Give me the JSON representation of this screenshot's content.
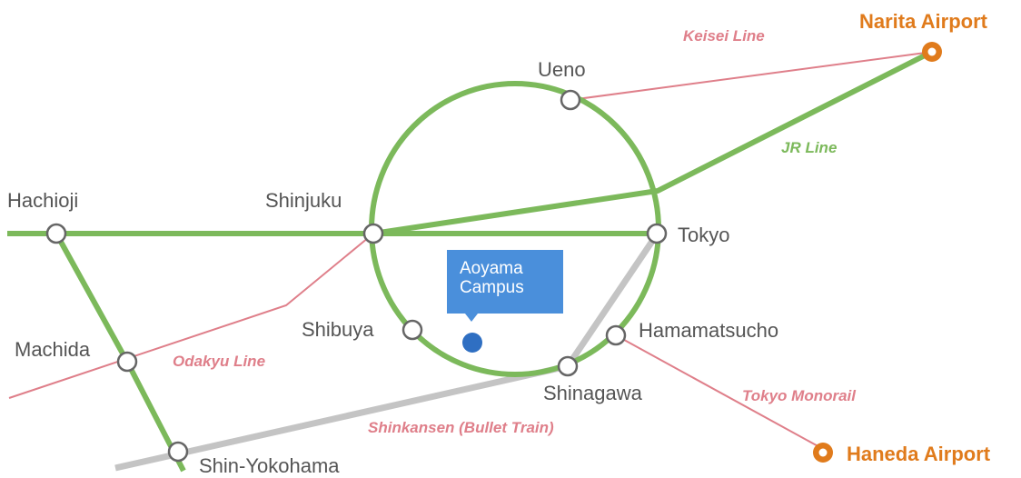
{
  "colors": {
    "jr_line": "#7cb95b",
    "private_line": "#df7f8a",
    "shinkansen": "#c4c4c4",
    "station_fill": "#ffffff",
    "station_stroke": "#666666",
    "airport": "#e07b1c",
    "campus": "#2f6fc2",
    "campus_callout": "#4a8fdb",
    "station_text": "#555555"
  },
  "stations": {
    "hachioji": "Hachioji",
    "shinjuku": "Shinjuku",
    "ueno": "Ueno",
    "tokyo": "Tokyo",
    "shibuya": "Shibuya",
    "hamamatsucho": "Hamamatsucho",
    "machida": "Machida",
    "shinagawa": "Shinagawa",
    "shin_yokohama": "Shin-Yokohama"
  },
  "airports": {
    "narita": "Narita Airport",
    "haneda": "Haneda Airport"
  },
  "lines": {
    "keisei": "Keisei Line",
    "jr": "JR Line",
    "odakyu": "Odakyu Line",
    "tokyo_monorail": "Tokyo Monorail",
    "shinkansen": "Shinkansen (Bullet Train)"
  },
  "campus": {
    "line1": "Aoyama",
    "line2": "Campus"
  }
}
